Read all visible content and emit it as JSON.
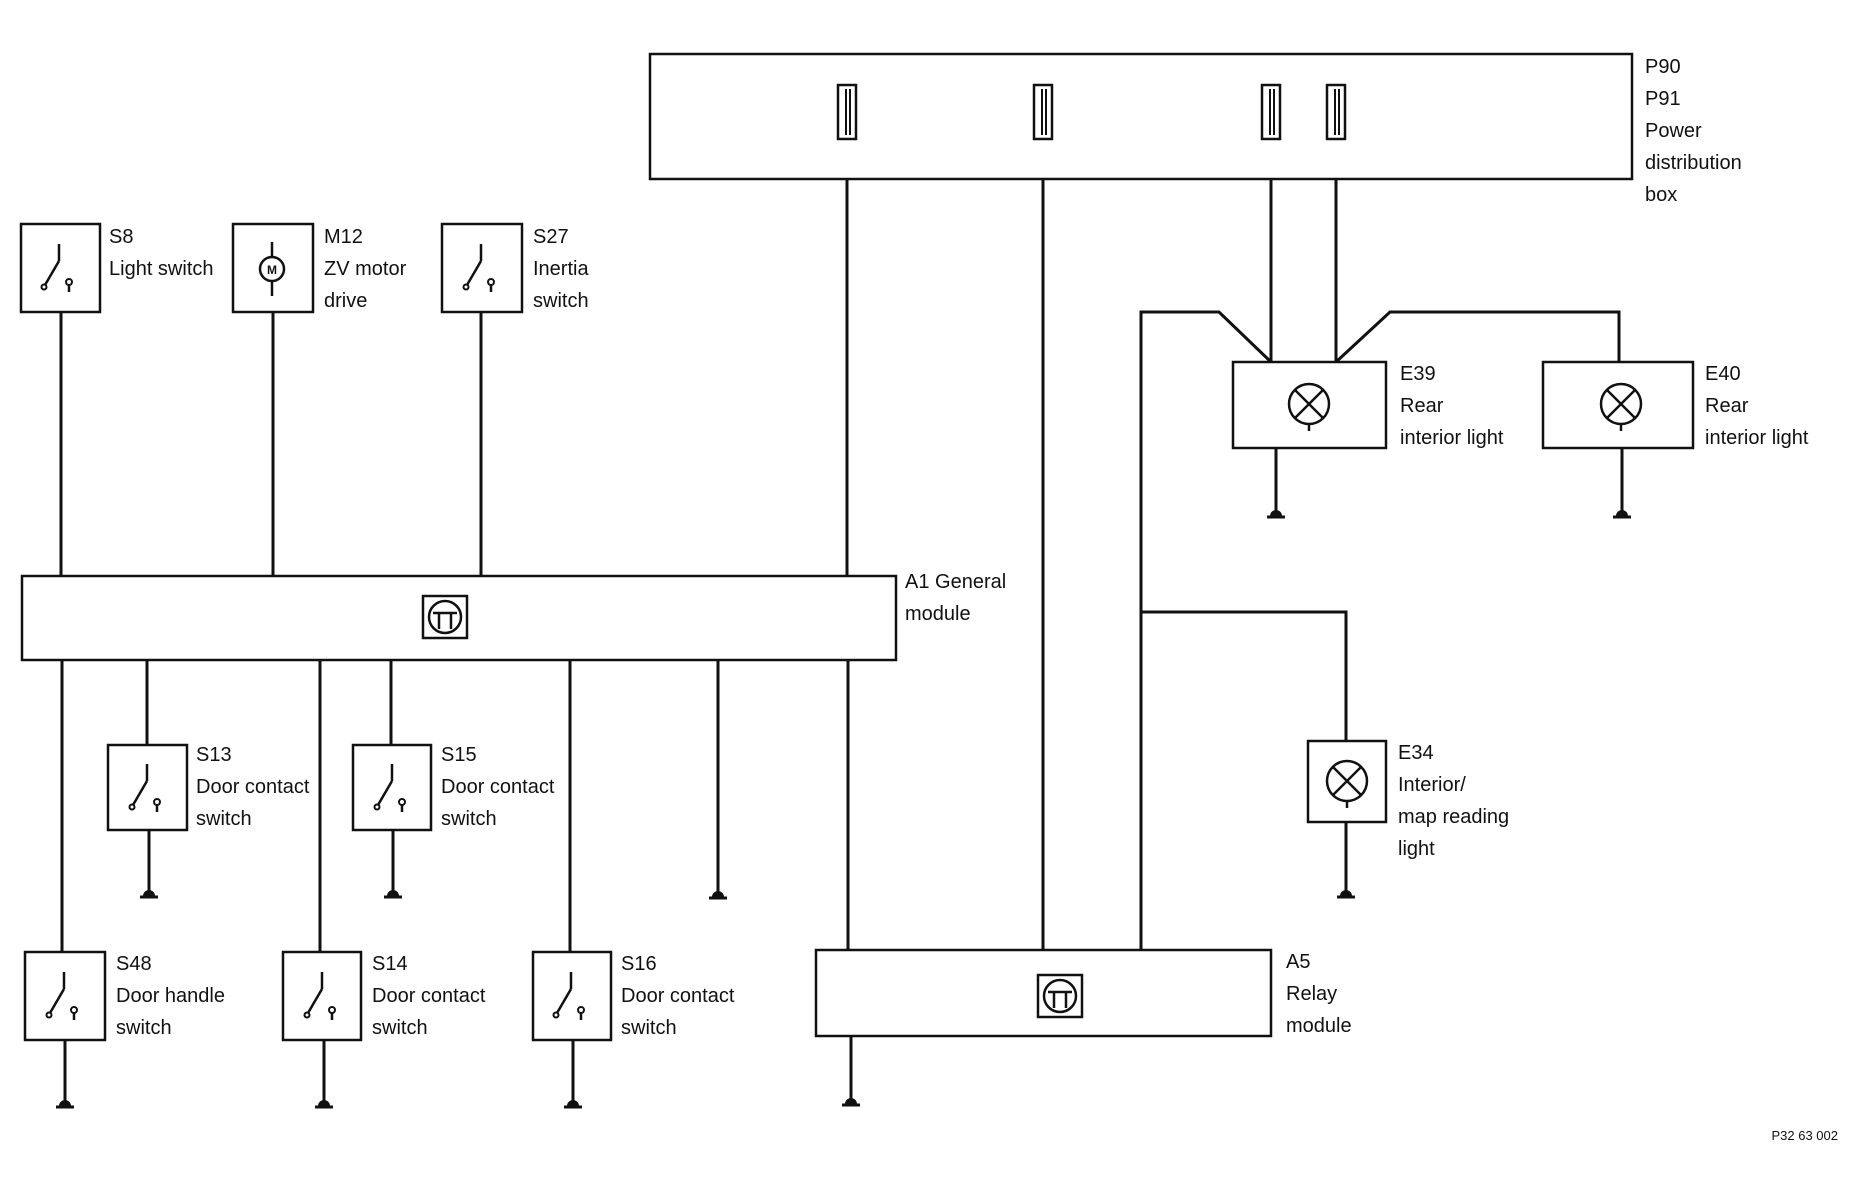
{
  "components": {
    "p90": {
      "id": "P90",
      "id2": "P91",
      "desc": [
        "Power",
        "distribution",
        "box"
      ]
    },
    "s8": {
      "id": "S8",
      "desc": [
        "Light switch"
      ]
    },
    "m12": {
      "id": "M12",
      "desc": [
        "ZV motor",
        "drive"
      ]
    },
    "s27": {
      "id": "S27",
      "desc": [
        "Inertia",
        "switch"
      ]
    },
    "e39": {
      "id": "E39",
      "desc": [
        "Rear",
        "interior light"
      ]
    },
    "e40": {
      "id": "E40",
      "desc": [
        "Rear",
        "interior light"
      ]
    },
    "a1": {
      "id": "A1 General",
      "desc": [
        "module"
      ]
    },
    "s13": {
      "id": "S13",
      "desc": [
        "Door contact",
        "switch"
      ]
    },
    "s15": {
      "id": "S15",
      "desc": [
        "Door contact",
        "switch"
      ]
    },
    "e34": {
      "id": "E34",
      "desc": [
        "Interior/",
        "map reading",
        "light"
      ]
    },
    "s48": {
      "id": "S48",
      "desc": [
        "Door handle",
        "switch"
      ]
    },
    "s14": {
      "id": "S14",
      "desc": [
        "Door contact",
        "switch"
      ]
    },
    "s16": {
      "id": "S16",
      "desc": [
        "Door contact",
        "switch"
      ]
    },
    "a5": {
      "id": "A5",
      "desc": [
        "Relay",
        "module"
      ]
    }
  },
  "motor_symbol": "M",
  "figure_ref": "P32 63 002",
  "icons": {
    "switch": "switch-icon",
    "motor": "motor-icon",
    "lamp": "lamp-icon",
    "module": "transistor-icon",
    "fuse": "fuse-icon",
    "ground": "ground-icon"
  }
}
